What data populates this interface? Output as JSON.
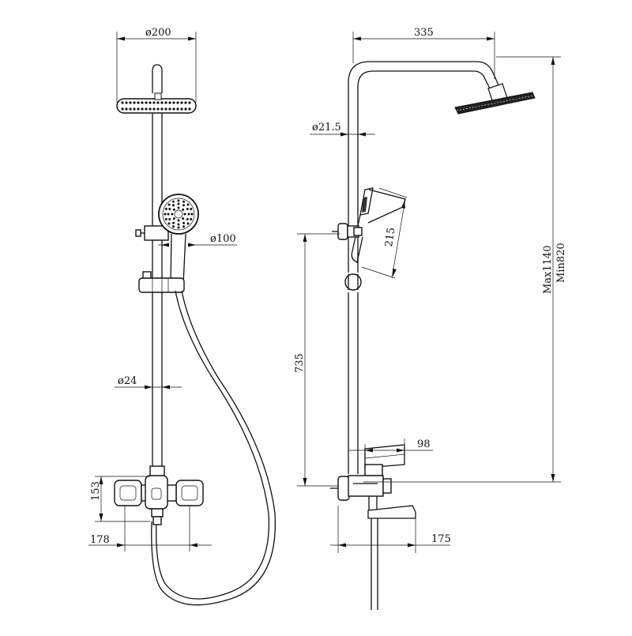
{
  "front_view": {
    "dim_head_diameter": "ø200",
    "dim_handshower_diameter": "ø100",
    "dim_pipe_diameter": "ø24",
    "dim_mixer_height": "153",
    "dim_mixer_width": "178"
  },
  "side_view": {
    "dim_arm_length": "335",
    "dim_pipe_diameter": "ø21.5",
    "dim_handshower_length": "215",
    "dim_holder_height": "735",
    "dim_spout_top": "98",
    "dim_spout_projection": "175",
    "dim_height_max": "Max1140",
    "dim_height_min": "Min820"
  }
}
